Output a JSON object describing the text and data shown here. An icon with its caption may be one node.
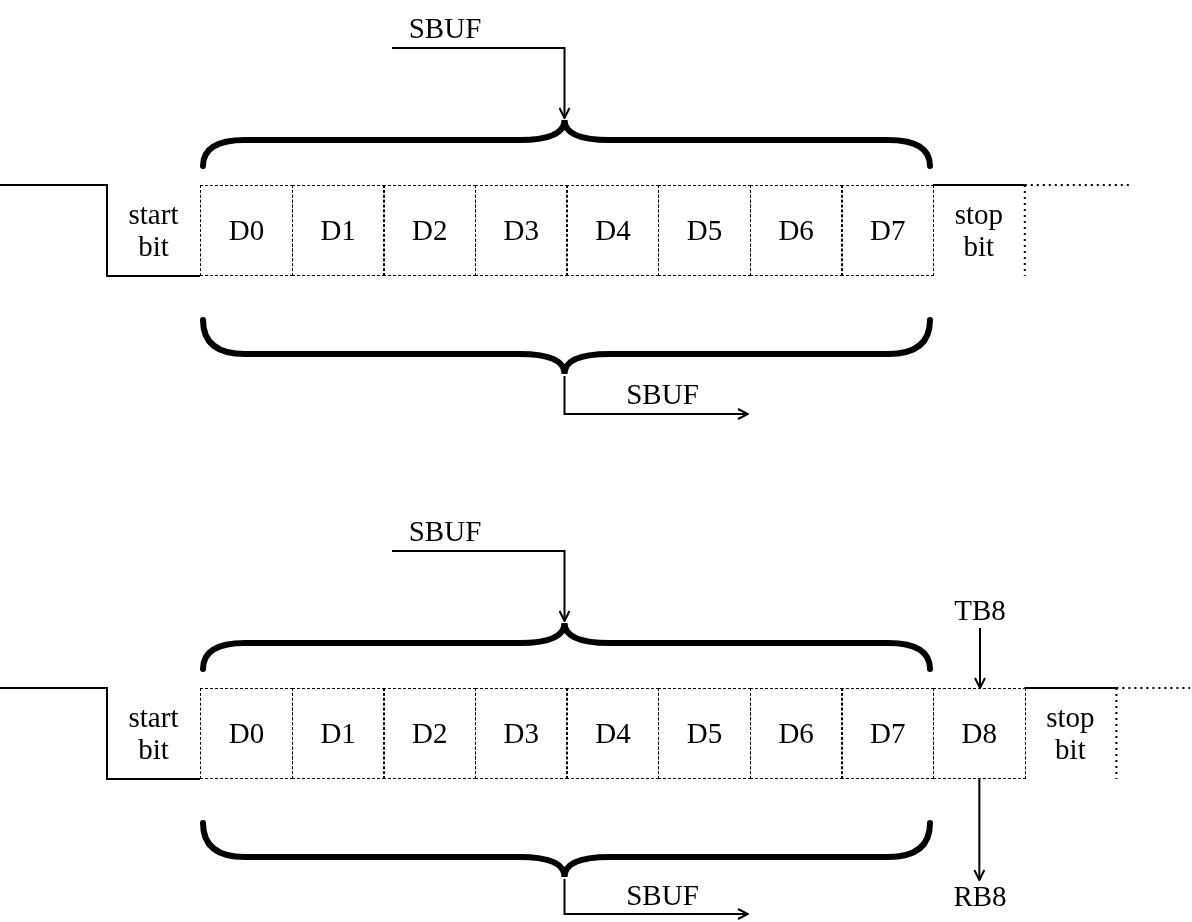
{
  "diagram": {
    "nodes": [
      {
        "text": [
          "SBUF"
        ]
      },
      {
        "text": [],
        "shape": "brace"
      },
      {
        "text": [
          "start bit"
        ]
      },
      {
        "text": [
          "D0"
        ]
      },
      {
        "text": [
          "D1"
        ]
      },
      {
        "text": [
          "D2"
        ]
      },
      {
        "text": [
          "D3"
        ]
      },
      {
        "text": [
          "D4"
        ]
      },
      {
        "text": [
          "D5"
        ]
      },
      {
        "text": [
          "D6"
        ]
      },
      {
        "text": [
          "D7"
        ]
      },
      {
        "text": [
          "stop bit"
        ]
      },
      {
        "text": [],
        "shape": "brace"
      },
      {
        "text": [
          "SBUF"
        ]
      },
      {
        "text": [
          "SBUF"
        ]
      },
      {
        "text": [],
        "shape": "brace"
      },
      {
        "text": [
          "TB8"
        ]
      },
      {
        "text": [
          "start bit"
        ]
      },
      {
        "text": [
          "D0"
        ]
      },
      {
        "text": [
          "D1"
        ]
      },
      {
        "text": [
          "D2"
        ]
      },
      {
        "text": [
          "D3"
        ]
      },
      {
        "text": [
          "D4"
        ]
      },
      {
        "text": [
          "D5"
        ]
      },
      {
        "text": [
          "D6"
        ]
      },
      {
        "text": [
          "D7"
        ]
      },
      {
        "text": [
          "D8"
        ]
      },
      {
        "text": [
          "stop bit"
        ]
      },
      {
        "text": [],
        "shape": "brace"
      },
      {
        "text": [
          "SBUF"
        ]
      },
      {
        "text": [
          "RB8"
        ]
      }
    ],
    "edges": [
      {
        "from": 0,
        "to": 1,
        "arrow": "to"
      },
      {
        "from": 12,
        "to": 13,
        "arrow": "to"
      },
      {
        "from": 14,
        "to": 15,
        "arrow": "to"
      },
      {
        "from": 16,
        "to": 26,
        "arrow": "to"
      },
      {
        "from": 28,
        "to": 29,
        "arrow": "to"
      },
      {
        "from": 26,
        "to": 30,
        "arrow": "to"
      }
    ]
  }
}
